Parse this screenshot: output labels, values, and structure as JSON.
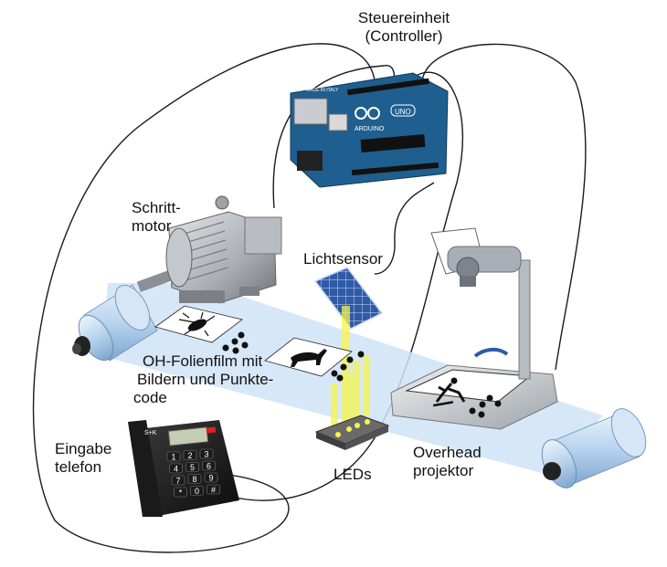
{
  "labels": {
    "controller_line1": "Steuereinheit",
    "controller_line2": "(Controller)",
    "motor_line1": "Schritt-",
    "motor_line2": "motor",
    "light_sensor": "Lichtsensor",
    "film_line1": "OH-Folienfilm mit",
    "film_line2": "Bildern und Punkte-",
    "film_line3": "code",
    "phone_line1": "Eingabe",
    "phone_line2": "telefon",
    "leds": "LEDs",
    "projector_line1": "Overhead",
    "projector_line2": "projektor"
  },
  "board_text": {
    "brand": "ARDUINO",
    "model": "UNO",
    "made_in": "MADE IN ITALY"
  },
  "phone_text": {
    "brand": "S+K",
    "keys": [
      "1",
      "2",
      "3",
      "4",
      "5",
      "6",
      "7",
      "8",
      "9",
      "*",
      "0",
      "#"
    ]
  },
  "colors": {
    "film": "#cfe3f7",
    "board": "#1f5f8f",
    "beam": "#f5f54a",
    "solar": "#2f5aa8",
    "wire": "#1a1a1a"
  },
  "icons": [
    "cockroach-icon",
    "greyhound-icon",
    "skater-icon"
  ]
}
